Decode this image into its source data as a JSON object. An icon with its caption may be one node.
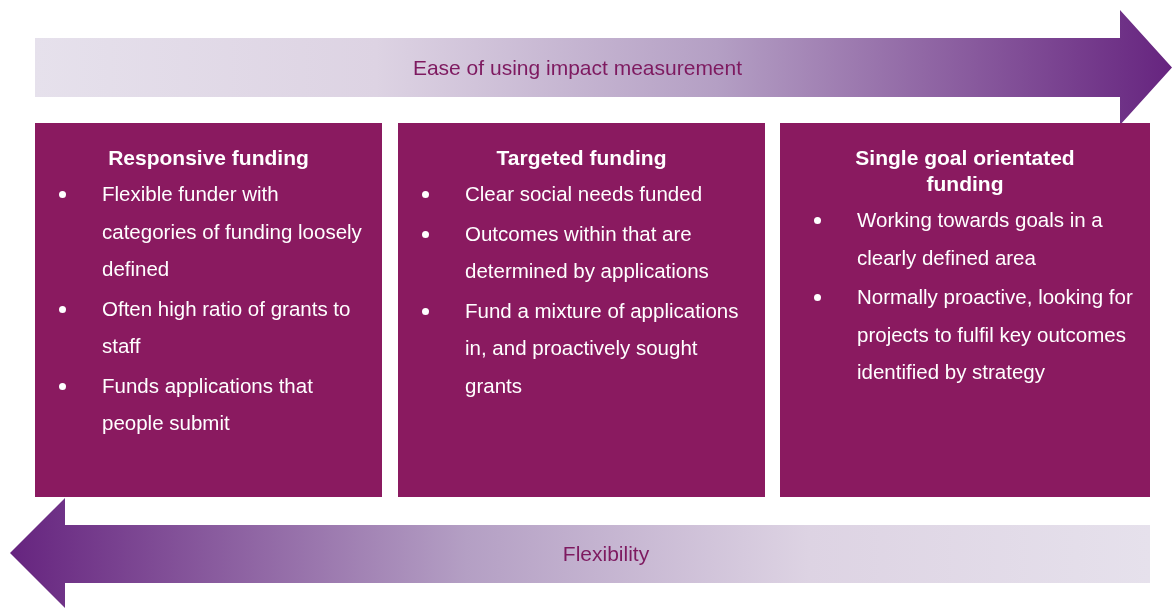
{
  "diagram": {
    "nodes": [
      {
        "text": [
          "Ease of using impact measurement"
        ]
      },
      {
        "text": [
          "Responsive funding",
          "Flexible funder with categories of funding loosely defined",
          "Often high ratio of grants to staff",
          "Funds applications that people submit"
        ]
      },
      {
        "text": [
          "Targeted funding",
          "Clear social needs funded",
          "Outcomes within that are determined by applications",
          "Fund a mixture of applications in, and proactively sought grants"
        ]
      },
      {
        "text": [
          "Single goal orientated funding",
          "Working towards goals in a clearly defined area",
          "Normally proactive, looking for projects to fulfil key outcomes identified by strategy"
        ]
      },
      {
        "text": [
          "Flexibility"
        ]
      }
    ]
  }
}
